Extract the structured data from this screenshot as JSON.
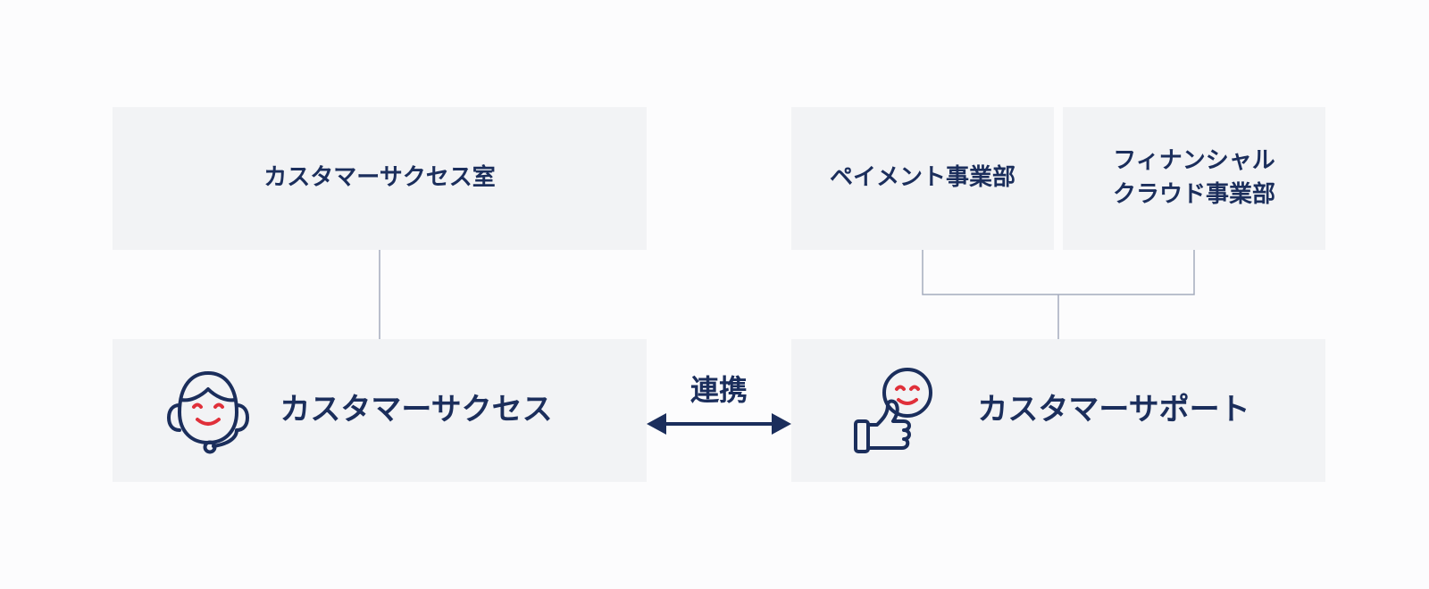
{
  "diagram": {
    "top_row": {
      "cs_office": {
        "label": "カスタマーサクセス室"
      },
      "payment_division": {
        "label": "ペイメント事業部"
      },
      "finance_cloud_division": {
        "label": "フィナンシャル\nクラウド事業部"
      }
    },
    "bottom_row": {
      "customer_success": {
        "label": "カスタマーサクセス",
        "icon": "headset-person-icon"
      },
      "customer_support": {
        "label": "カスタマーサポート",
        "icon": "thumbs-up-smiley-icon"
      }
    },
    "link": {
      "label": "連携"
    },
    "colors": {
      "navy": "#1b2e5c",
      "accent_red": "#e0303a",
      "box_bg": "#f2f3f5",
      "connector": "#a4abbd"
    }
  }
}
